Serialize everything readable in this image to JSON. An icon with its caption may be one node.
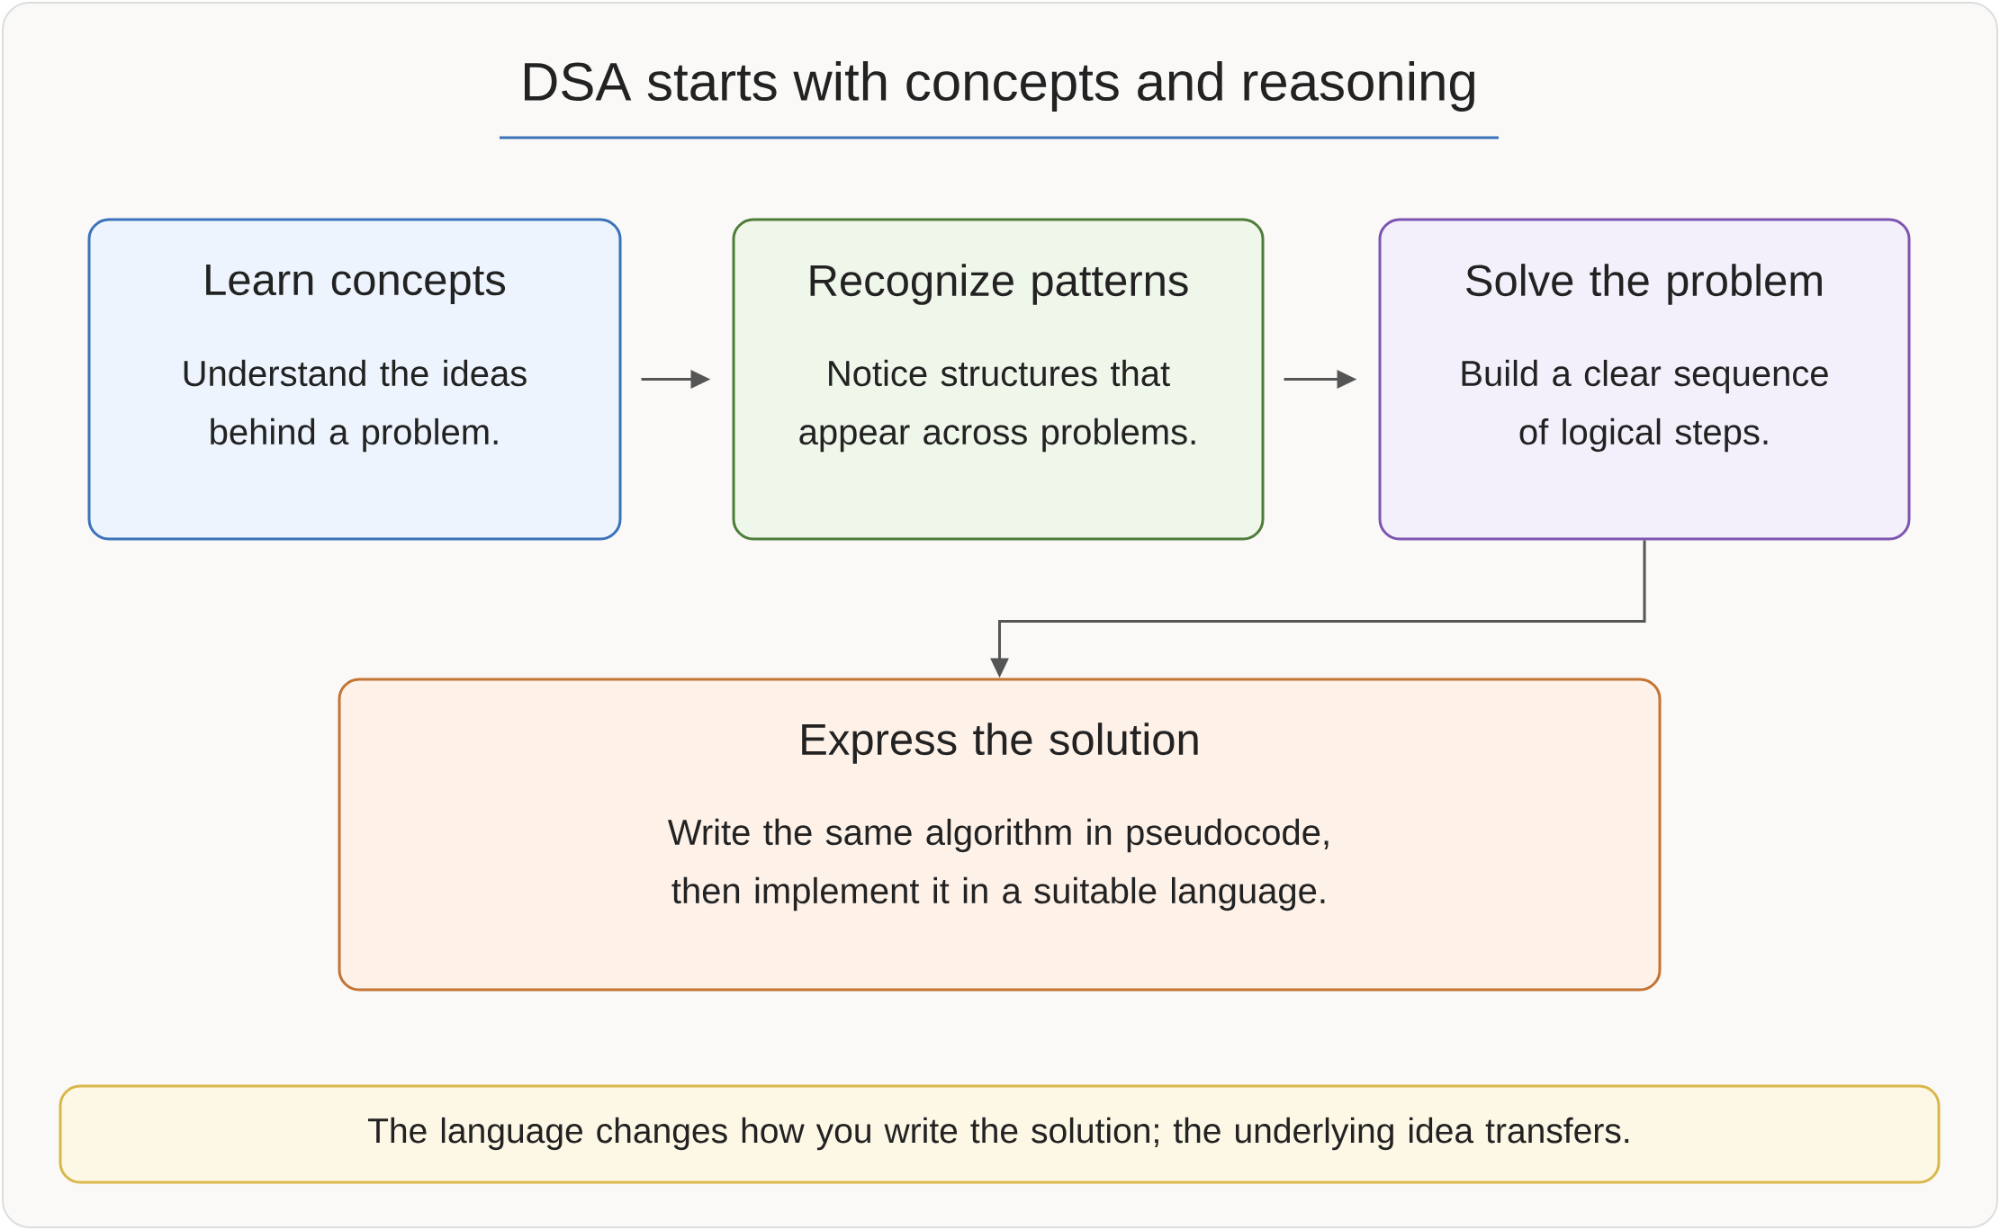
{
  "diagram": {
    "title": "DSA starts with concepts and reasoning",
    "nodes": [
      {
        "text": [
          "Learn concepts",
          "Understand the ideas behind a problem."
        ]
      },
      {
        "text": [
          "Recognize patterns",
          "Notice structures that appear across problems."
        ]
      },
      {
        "text": [
          "Solve the problem",
          "Build a clear sequence of logical steps."
        ]
      },
      {
        "text": [
          "Express the solution",
          "Write the same algorithm in pseudocode, then implement it in a suitable language."
        ]
      },
      {
        "text": [
          "The language changes how you write the solution; the underlying idea transfers."
        ]
      }
    ],
    "edges": [
      {
        "from": 0,
        "to": 1,
        "arrow": "to"
      },
      {
        "from": 1,
        "to": 2,
        "arrow": "to"
      },
      {
        "from": 2,
        "to": 3,
        "arrow": "to"
      }
    ]
  }
}
